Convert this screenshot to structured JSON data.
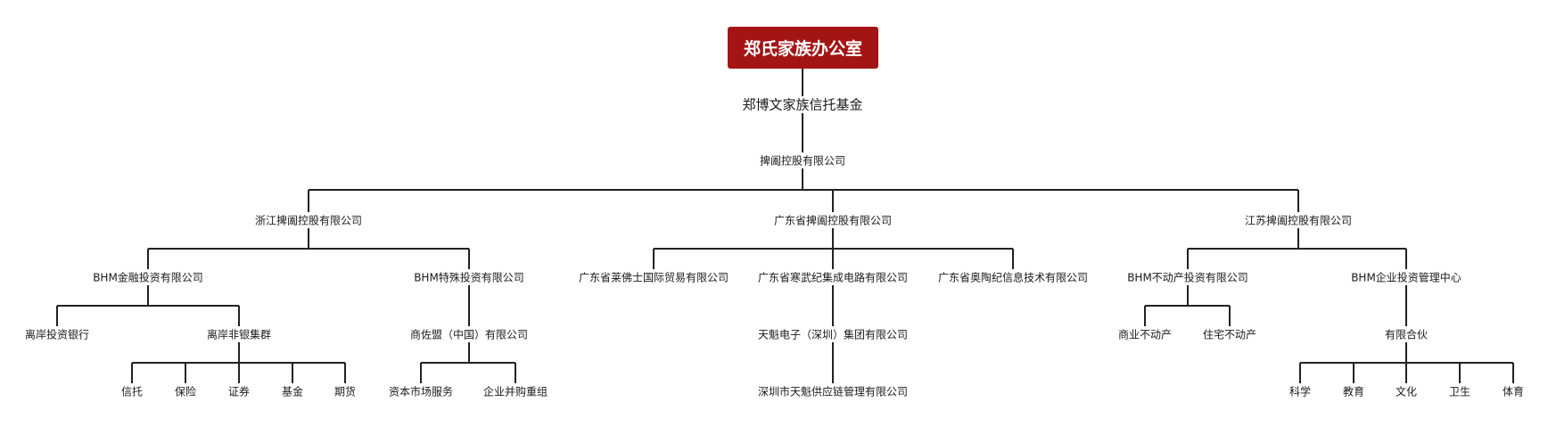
{
  "root": {
    "label": "郑氏家族办公室",
    "color": "#a31515"
  },
  "trust": "郑博文家族信托基金",
  "holding": "捭阖控股有限公司",
  "zhejiang": {
    "label": "浙江捭阖控股有限公司",
    "finance": {
      "label": "BHM金融投资有限公司",
      "offshore_bank": "离岸投资银行",
      "nonbank": {
        "label": "离岸非银集群",
        "children": [
          "信托",
          "保险",
          "证券",
          "基金",
          "期货"
        ]
      }
    },
    "special": {
      "label": "BHM特殊投资有限公司",
      "sub": {
        "label": "商佐盟（中国）有限公司",
        "children": [
          "资本市场服务",
          "企业并购重组"
        ]
      }
    }
  },
  "guangdong": {
    "label": "广东省捭阖控股有限公司",
    "children": [
      "广东省莱佛士国际贸易有限公司",
      "广东省寒武纪集成电路有限公司",
      "广东省奥陶纪信息技术有限公司"
    ],
    "tiankui": "天魁电子（深圳）集团有限公司",
    "supply": "深圳市天魁供应链管理有限公司"
  },
  "jiangsu": {
    "label": "江苏捭阖控股有限公司",
    "realestate": {
      "label": "BHM不动产投资有限公司",
      "children": [
        "商业不动产",
        "住宅不动产"
      ]
    },
    "enterprise": {
      "label": "BHM企业投资管理中心",
      "lp": {
        "label": "有限合伙",
        "children": [
          "科学",
          "教育",
          "文化",
          "卫生",
          "体育"
        ]
      }
    }
  }
}
